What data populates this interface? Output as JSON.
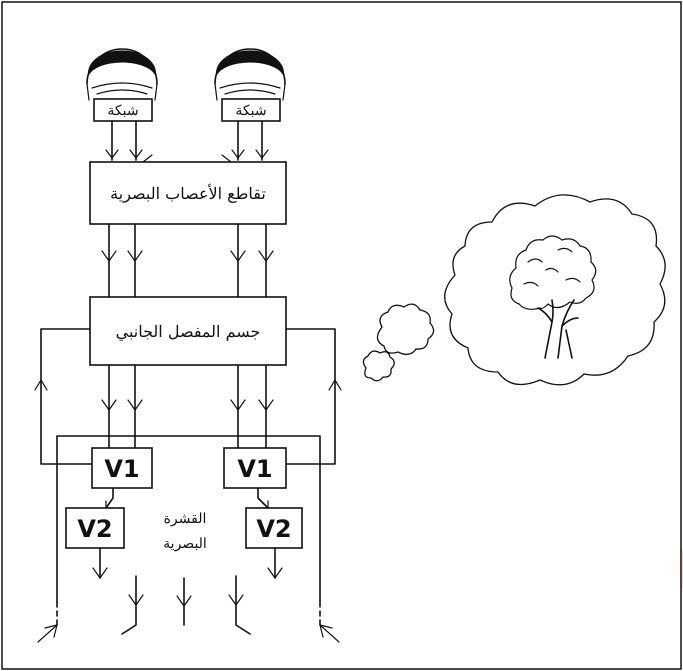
{
  "labels": {
    "retina": "شبكة",
    "optic_chiasm": "تقاطع الأعصاب البصرية",
    "lgn": "جسم المفصل الجانبي",
    "v1": "V1",
    "v2": "V2",
    "cortex_line1": "القشرة",
    "cortex_line2": "البصرية"
  },
  "colors": {
    "stroke": "#111111",
    "background": "#ffffff",
    "watermark": "#f6d9d9"
  },
  "icons": {
    "eye": "eye-icon",
    "tree": "tree-icon",
    "cloud": "thought-cloud-icon"
  }
}
